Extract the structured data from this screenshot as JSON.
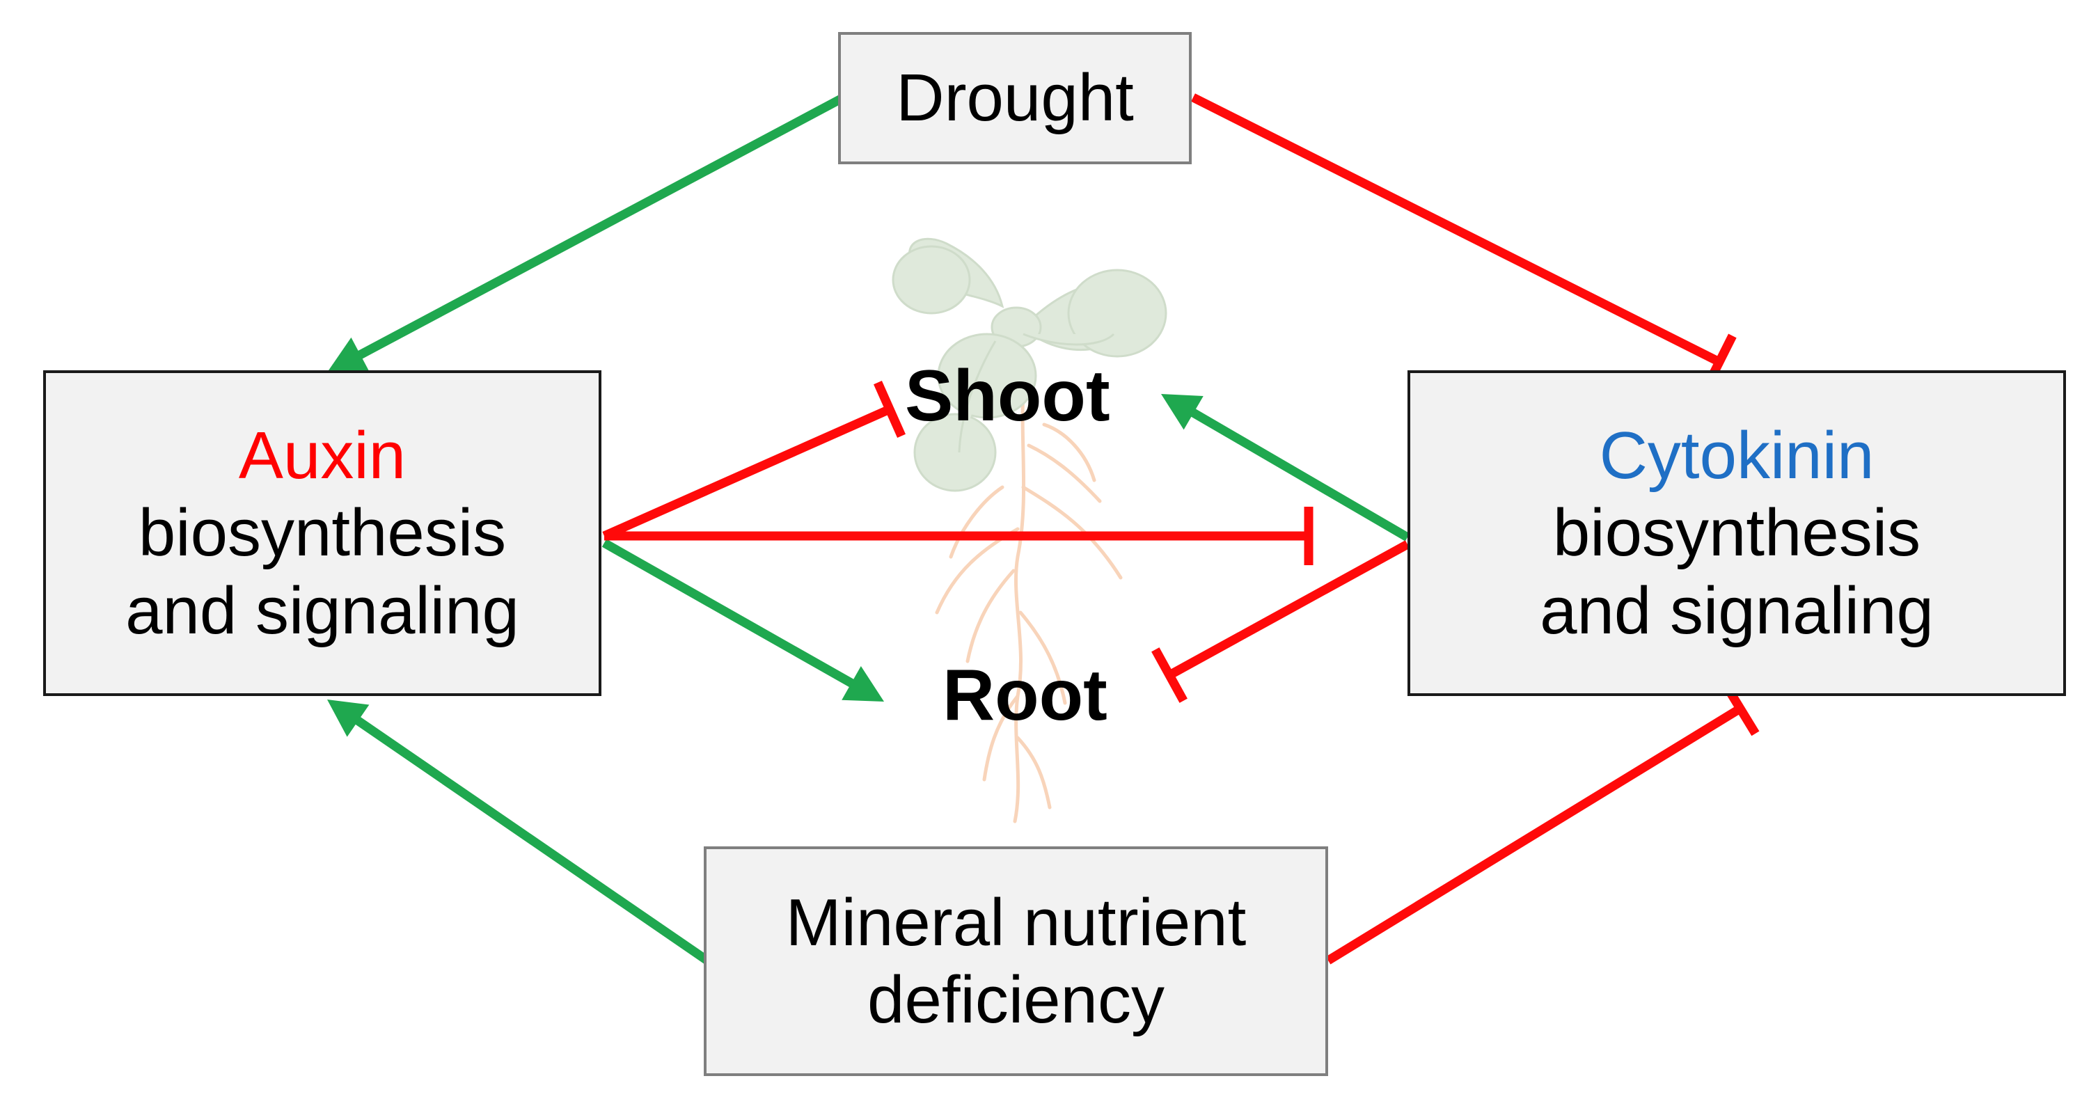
{
  "colors": {
    "promote": "#1fa84f",
    "inhibit": "#ff0a0a",
    "auxin_title": "#ff0000",
    "cytokinin_title": "#1f6fc5",
    "box_fill": "#f2f2f2"
  },
  "boxes": {
    "drought": {
      "label": "Drought"
    },
    "mineral": {
      "line1": "Mineral nutrient",
      "line2": "deficiency"
    },
    "auxin": {
      "title": "Auxin",
      "line2": "biosynthesis",
      "line3": "and signaling"
    },
    "cytokinin": {
      "title": "Cytokinin",
      "line2": "biosynthesis",
      "line3": "and signaling"
    }
  },
  "organs": {
    "shoot": "Shoot",
    "root": "Root"
  },
  "illustration": "plant-seedling-icon",
  "edges": [
    {
      "from": "Drought",
      "to": "Auxin",
      "effect": "promote"
    },
    {
      "from": "Drought",
      "to": "Cytokinin",
      "effect": "inhibit"
    },
    {
      "from": "Mineral nutrient deficiency",
      "to": "Auxin",
      "effect": "promote"
    },
    {
      "from": "Mineral nutrient deficiency",
      "to": "Cytokinin",
      "effect": "inhibit"
    },
    {
      "from": "Auxin",
      "to": "Shoot",
      "effect": "inhibit"
    },
    {
      "from": "Auxin",
      "to": "Root",
      "effect": "promote"
    },
    {
      "from": "Auxin",
      "to": "Cytokinin",
      "effect": "inhibit"
    },
    {
      "from": "Cytokinin",
      "to": "Shoot",
      "effect": "promote"
    },
    {
      "from": "Cytokinin",
      "to": "Root",
      "effect": "inhibit"
    }
  ]
}
